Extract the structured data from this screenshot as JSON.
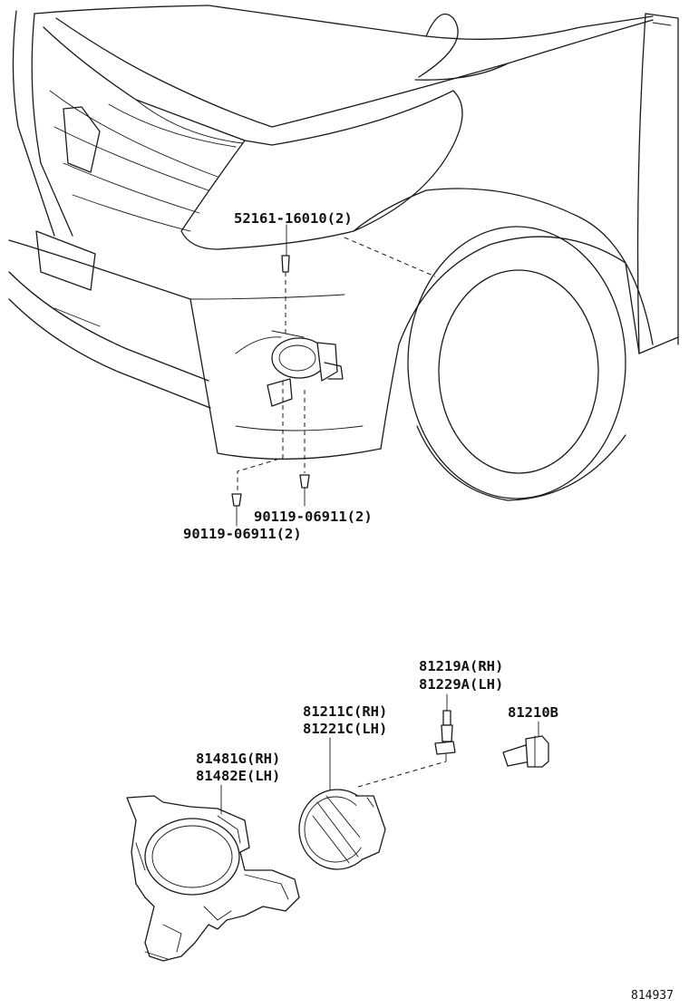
{
  "diagram": {
    "labels": {
      "screw_top": "52161-16010(2)",
      "screw_right": "90119-06911(2)",
      "screw_left": "90119-06911(2)",
      "bulb_socket_rh": "81219A(RH)",
      "bulb_socket_lh": "81229A(LH)",
      "bulb": "81210B",
      "fog_lamp_rh": "81211C(RH)",
      "fog_lamp_lh": "81221C(LH)",
      "bracket_rh": "81481G(RH)",
      "bracket_lh": "81482E(LH)"
    },
    "reference_number": "814937"
  }
}
